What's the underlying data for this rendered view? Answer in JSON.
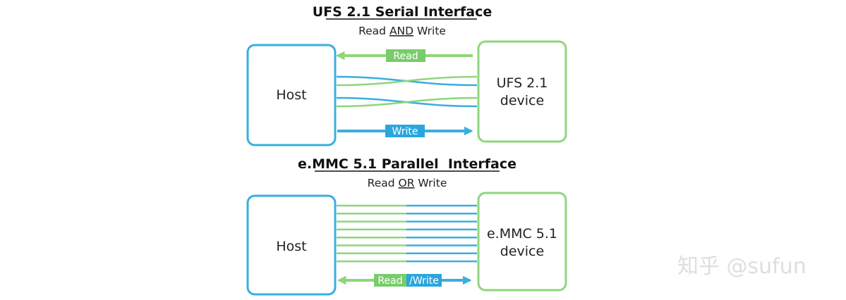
{
  "colors": {
    "blue": "#3aaee0",
    "green": "#8ed67c",
    "green_label_bg": "#79cc6b",
    "blue_label_bg": "#2aa6dc",
    "text": "#222222",
    "watermark": "#dedede"
  },
  "ufs": {
    "title": "UFS 2.1 Serial Interface",
    "subtitle_prefix": "Read ",
    "subtitle_emph": "AND",
    "subtitle_suffix": " Write",
    "host_label": "Host",
    "device_label_line1": "UFS 2.1",
    "device_label_line2": "device",
    "read_label": "Read",
    "write_label": "Write"
  },
  "emmc": {
    "title": "e.MMC 5.1 Parallel  Interface",
    "subtitle_prefix": "Read ",
    "subtitle_emph": "OR",
    "subtitle_suffix": " Write",
    "host_label": "Host",
    "device_label_line1": "e.MMC 5.1",
    "device_label_line2": "device",
    "read_label": "Read",
    "write_label": "/Write"
  },
  "watermark": "知乎 @sufun"
}
